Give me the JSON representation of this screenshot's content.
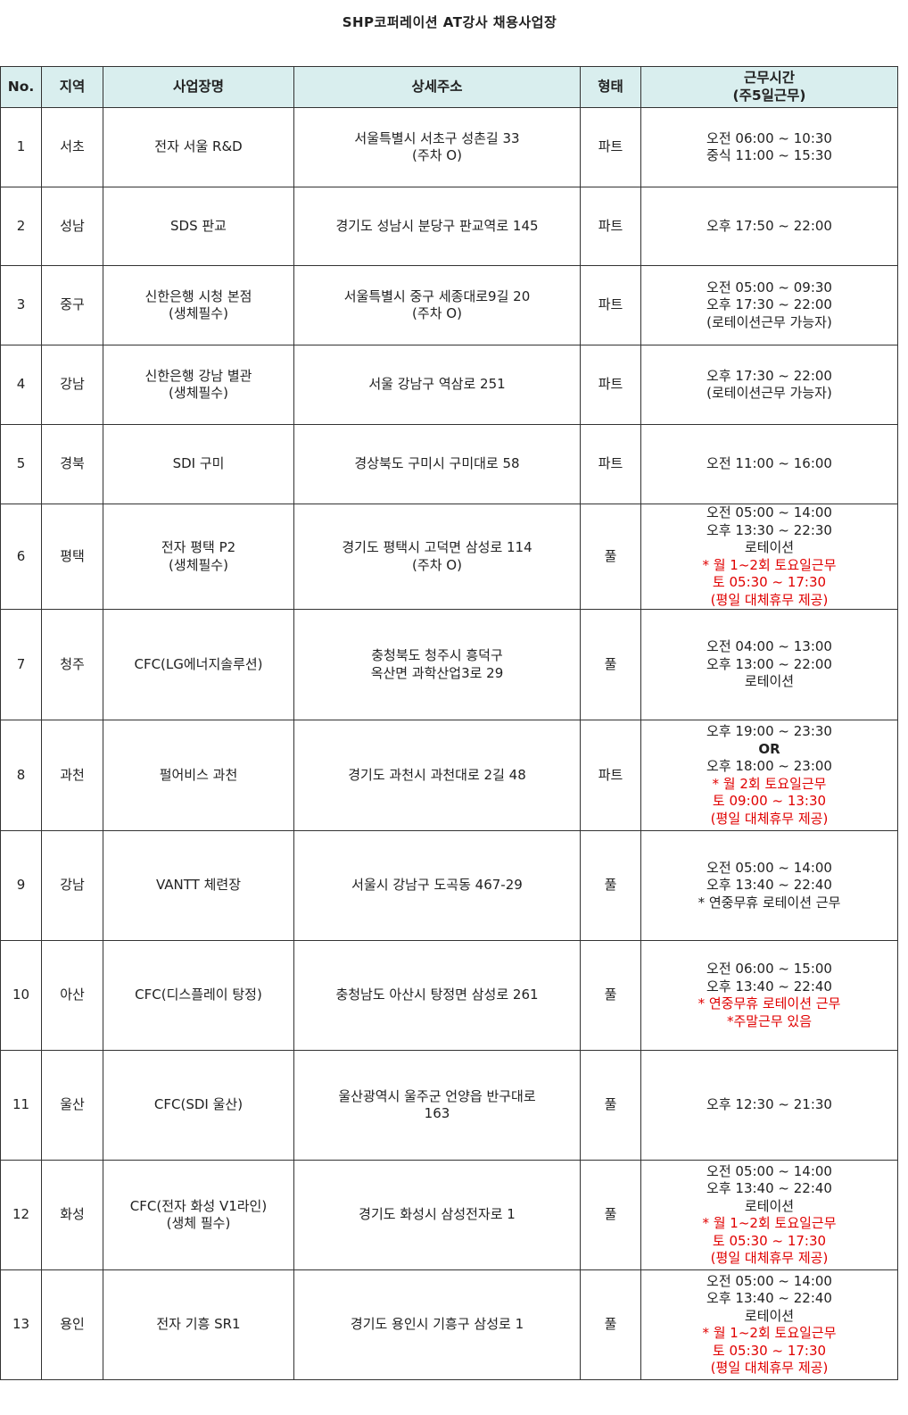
{
  "title": "SHP코퍼레이션 AT강사 채용사업장",
  "headers": {
    "no": "No.",
    "region": "지역",
    "site": "사업장명",
    "address": "상세주소",
    "type": "형태",
    "hours_line1": "근무시간",
    "hours_line2": "(주5일근무)"
  },
  "rows": [
    {
      "no": "1",
      "region": "서초",
      "site": [
        "전자 서울 R&D"
      ],
      "address": [
        "서울특별시 서초구 성촌길 33",
        "(주차 O)"
      ],
      "type": "파트",
      "hours": [
        {
          "t": "오전 06:00 ~ 10:30"
        },
        {
          "t": "중식 11:00 ~ 15:30"
        }
      ]
    },
    {
      "no": "2",
      "region": "성남",
      "site": [
        "SDS 판교"
      ],
      "address": [
        "경기도 성남시 분당구 판교역로 145"
      ],
      "type": "파트",
      "hours": [
        {
          "t": "오후 17:50 ~ 22:00"
        }
      ]
    },
    {
      "no": "3",
      "region": "중구",
      "site": [
        "신한은행 시청 본점",
        "(생체필수)"
      ],
      "address": [
        "서울특별시 중구 세종대로9길 20",
        "(주차 O)"
      ],
      "type": "파트",
      "hours": [
        {
          "t": "오전 05:00 ~ 09:30"
        },
        {
          "t": "오후 17:30 ~ 22:00"
        },
        {
          "t": "(로테이션근무 가능자)"
        }
      ]
    },
    {
      "no": "4",
      "region": "강남",
      "site": [
        "신한은행 강남 별관",
        "(생체필수)"
      ],
      "address": [
        "서울 강남구 역삼로 251"
      ],
      "type": "파트",
      "hours": [
        {
          "t": "오후 17:30 ~ 22:00"
        },
        {
          "t": "(로테이션근무 가능자)"
        }
      ]
    },
    {
      "no": "5",
      "region": "경북",
      "site": [
        "SDI 구미"
      ],
      "address": [
        "경상북도 구미시 구미대로 58"
      ],
      "type": "파트",
      "hours": [
        {
          "t": "오전 11:00 ~ 16:00"
        }
      ]
    },
    {
      "no": "6",
      "region": "평택",
      "site": [
        "전자 평택 P2",
        "(생체필수)"
      ],
      "address": [
        "경기도 평택시 고덕면 삼성로 114",
        "(주차 O)"
      ],
      "type": "풀",
      "hours": [
        {
          "t": "오전 05:00 ~ 14:00"
        },
        {
          "t": "오후 13:30 ~ 22:30"
        },
        {
          "t": "로테이션"
        },
        {
          "t": "* 월 1~2회 토요일근무",
          "red": true
        },
        {
          "t": "토  05:30 ~ 17:30",
          "red": true
        },
        {
          "t": "(평일 대체휴무 제공)",
          "red": true
        }
      ]
    },
    {
      "no": "7",
      "region": "청주",
      "site": [
        "CFC(LG에너지솔루션)"
      ],
      "address": [
        "충청북도 청주시 흥덕구",
        "옥산면 과학산업3로 29"
      ],
      "type": "풀",
      "hours": [
        {
          "t": "오전 04:00 ~ 13:00"
        },
        {
          "t": "오후 13:00 ~ 22:00"
        },
        {
          "t": "로테이션"
        }
      ]
    },
    {
      "no": "8",
      "region": "과천",
      "site": [
        "펄어비스 과천"
      ],
      "address": [
        "경기도 과천시 과천대로 2길 48"
      ],
      "type": "파트",
      "hours": [
        {
          "t": "오후 19:00 ~ 23:30"
        },
        {
          "t": "OR",
          "bold": true
        },
        {
          "t": "오후 18:00 ~ 23:00"
        },
        {
          "t": "* 월 2회 토요일근무",
          "red": true
        },
        {
          "t": "토  09:00 ~ 13:30",
          "red": true
        },
        {
          "t": "(평일 대체휴무 제공)",
          "red": true
        }
      ]
    },
    {
      "no": "9",
      "region": "강남",
      "site": [
        "VANTT 체련장"
      ],
      "address": [
        "서울시 강남구 도곡동 467-29"
      ],
      "type": "풀",
      "hours": [
        {
          "t": "오전 05:00 ~ 14:00"
        },
        {
          "t": "오후 13:40 ~ 22:40"
        },
        {
          "t": "* 연중무휴 로테이션 근무"
        }
      ]
    },
    {
      "no": "10",
      "region": "아산",
      "site": [
        "CFC(디스플레이 탕정)"
      ],
      "address": [
        "충청남도 아산시 탕정면 삼성로 261"
      ],
      "type": "풀",
      "hours": [
        {
          "t": "오전 06:00 ~ 15:00"
        },
        {
          "t": "오후 13:40 ~ 22:40"
        },
        {
          "t": "* 연중무휴 로테이션 근무",
          "red": true
        },
        {
          "t": "*주말근무 있음",
          "red": true
        }
      ]
    },
    {
      "no": "11",
      "region": "울산",
      "site": [
        "CFC(SDI 울산)"
      ],
      "address": [
        "울산광역시 울주군 언양읍 반구대로",
        "163"
      ],
      "type": "풀",
      "hours": [
        {
          "t": "오후 12:30 ~ 21:30"
        }
      ]
    },
    {
      "no": "12",
      "region": "화성",
      "site": [
        "CFC(전자 화성 V1라인)",
        "(생체 필수)"
      ],
      "address": [
        "경기도 화성시 삼성전자로 1"
      ],
      "type": "풀",
      "hours": [
        {
          "t": "오전 05:00 ~ 14:00"
        },
        {
          "t": "오후 13:40 ~ 22:40"
        },
        {
          "t": "로테이션"
        },
        {
          "t": "* 월 1~2회 토요일근무",
          "red": true
        },
        {
          "t": "토  05:30 ~ 17:30",
          "red": true
        },
        {
          "t": "(평일 대체휴무 제공)",
          "red": true
        }
      ]
    },
    {
      "no": "13",
      "region": "용인",
      "site": [
        "전자 기흥 SR1"
      ],
      "address": [
        "경기도 용인시 기흥구 삼성로 1"
      ],
      "type": "풀",
      "hours": [
        {
          "t": "오전 05:00 ~ 14:00"
        },
        {
          "t": "오후 13:40 ~ 22:40"
        },
        {
          "t": "로테이션"
        },
        {
          "t": "* 월 1~2회 토요일근무",
          "red": true
        },
        {
          "t": "토  05:30 ~ 17:30",
          "red": true
        },
        {
          "t": "(평일 대체휴무 제공)",
          "red": true
        }
      ]
    }
  ]
}
